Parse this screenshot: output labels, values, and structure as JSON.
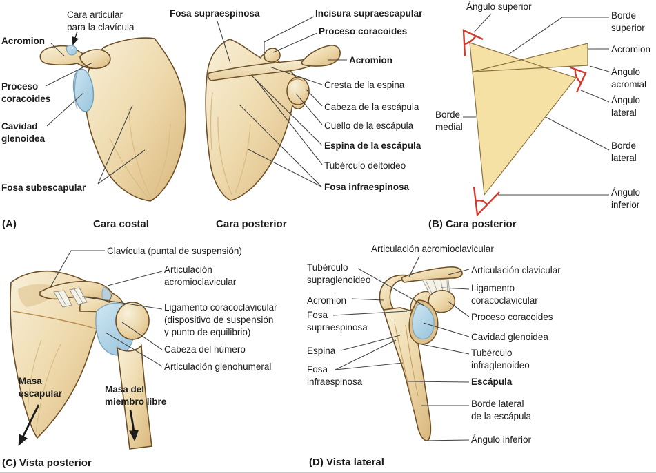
{
  "panels": {
    "costal": {
      "caption_letter": "(A)",
      "caption": "Cara costal",
      "labels": {
        "cara_articular": "Cara articular\npara la clavícula",
        "acromion": "Acromion",
        "proceso_coracoides": "Proceso\ncoracoides",
        "cavidad_glenoidea": "Cavidad\nglenoidea",
        "fosa_subescapular": "Fosa subescapular"
      }
    },
    "posterior": {
      "caption": "Cara posterior",
      "labels": {
        "fosa_supraespinosa": "Fosa supraespinosa",
        "incisura_supraescapular": "Incisura supraescapular",
        "proceso_coracoides": "Proceso coracoides",
        "acromion": "Acromion",
        "cresta_de_la_espina": "Cresta de la espina",
        "cabeza_de_la_escapula": "Cabeza de la escápula",
        "cuello_de_la_escapula": "Cuello de la escápula",
        "espina_de_la_escapula": "Espina de la escápula",
        "tuberculo_deltoideo": "Tubérculo deltoideo",
        "fosa_infraespinosa": "Fosa infraespinosa"
      }
    },
    "schematic": {
      "caption": "(B) Cara posterior",
      "labels": {
        "angulo_superior": "Ángulo superior",
        "borde_superior": "Borde\nsuperior",
        "acromion": "Acromion",
        "angulo_acromial": "Ángulo\nacromial",
        "angulo_lateral": "Ángulo\nlateral",
        "borde_medial": "Borde\nmedial",
        "borde_lateral": "Borde\nlateral",
        "angulo_inferior": "Ángulo\ninferior"
      }
    },
    "shoulder": {
      "caption": "(C) Vista posterior",
      "labels": {
        "clavicula": "Clavícula (puntal de suspensión)",
        "articulacion_acromioclavicular": "Articulación\nacromioclavicular",
        "ligamento_coracoclavicular": "Ligamento coracoclavicular\n(dispositivo de suspensión\ny punto de equilibrio)",
        "cabeza_del_humero": "Cabeza del húmero",
        "articulacion_glenohumeral": "Articulación glenohumeral",
        "masa_escapular": "Masa\nescapular",
        "masa_del_miembro_libre": "Masa del\nmiembro libre"
      }
    },
    "lateral": {
      "caption": "(D) Vista lateral",
      "labels": {
        "articulacion_acromioclavicular": "Articulación acromioclavicular",
        "tuberculo_supraglenoideo": "Tubérculo\nsupraglenoideo",
        "acromion": "Acromion",
        "fosa_supraespinosa": "Fosa\nsupraespinosa",
        "espina": "Espina",
        "fosa_infraespinosa": "Fosa\ninfraespinosa",
        "articulacion_clavicular": "Articulación clavicular",
        "ligamento_coracoclavicular": "Ligamento\ncoracoclavicular",
        "proceso_coracoides": "Proceso coracoides",
        "cavidad_glenoidea": "Cavidad glenoidea",
        "tuberculo_infraglenoideo": "Tubérculo\ninfraglenoideo",
        "escapula": "Escápula",
        "borde_lateral_de_la_escapula": "Borde lateral\nde la escápula",
        "angulo_inferior": "Ángulo inferior"
      }
    }
  },
  "colors": {
    "bone": "#ecd6a6",
    "bone_outline": "#6d4f28",
    "cartilage_blue": "#a9cfe4",
    "schematic_fill": "#f5e1a4",
    "angle_marker_red": "#d43a2c",
    "leader_line": "#454545",
    "text": "#1c1c1c",
    "background": "#ffffff"
  }
}
